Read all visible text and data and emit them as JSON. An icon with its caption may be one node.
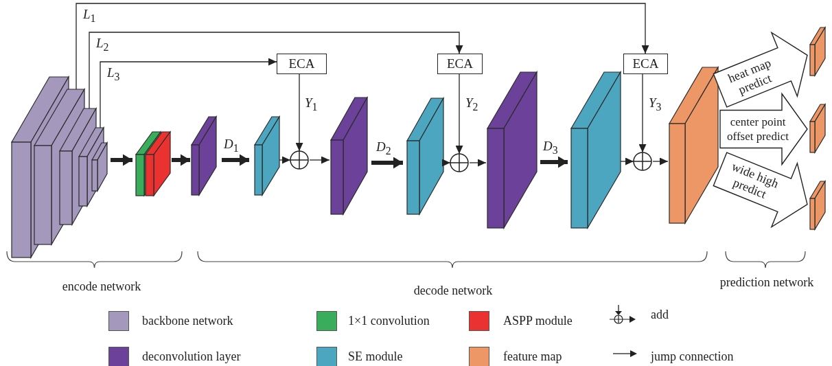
{
  "diagram": {
    "nodes": [
      {
        "text": [],
        "shape": "box"
      },
      {
        "text": [],
        "shape": "box"
      },
      {
        "text": [],
        "shape": "box"
      },
      {
        "text": [],
        "shape": "box"
      },
      {
        "text": [],
        "shape": "box"
      },
      {
        "text": [],
        "shape": "box"
      },
      {
        "text": [],
        "shape": "box"
      },
      {
        "text": [],
        "shape": "box"
      },
      {
        "text": [],
        "shape": "box"
      },
      {
        "text": [
          "ECA"
        ]
      },
      {
        "text": [],
        "shape": "circle"
      },
      {
        "text": [],
        "shape": "box"
      },
      {
        "text": [],
        "shape": "box"
      },
      {
        "text": [
          "ECA"
        ]
      },
      {
        "text": [],
        "shape": "circle"
      },
      {
        "text": [],
        "shape": "box"
      },
      {
        "text": [],
        "shape": "box"
      },
      {
        "text": [
          "ECA"
        ]
      },
      {
        "text": [],
        "shape": "circle"
      },
      {
        "text": [],
        "shape": "box"
      },
      {
        "text": [],
        "shape": "box"
      },
      {
        "text": [],
        "shape": "box"
      },
      {
        "text": [],
        "shape": "box"
      }
    ],
    "edges": [
      {
        "from": 4,
        "to": 5,
        "arrow": "to",
        "style": "thick"
      },
      {
        "from": 6,
        "to": 7,
        "arrow": "to",
        "style": "thick"
      },
      {
        "from": 7,
        "to": 8,
        "arrow": "to",
        "style": "thick",
        "label": "*D*$_{1}$"
      },
      {
        "from": 8,
        "to": 10,
        "arrow": "to"
      },
      {
        "from": 10,
        "to": 11,
        "arrow": "to"
      },
      {
        "from": 11,
        "to": 12,
        "arrow": "to",
        "style": "thick",
        "label": "*D*$_{2}$"
      },
      {
        "from": 12,
        "to": 14,
        "arrow": "to"
      },
      {
        "from": 14,
        "to": 15,
        "arrow": "to"
      },
      {
        "from": 15,
        "to": 16,
        "arrow": "to",
        "style": "thick",
        "label": "*D*$_{3}$"
      },
      {
        "from": 16,
        "to": 18,
        "arrow": "to"
      },
      {
        "from": 18,
        "to": 19,
        "arrow": "to"
      },
      {
        "from": 3,
        "to": 9,
        "arrow": "to",
        "label": "*L*$_{3}$"
      },
      {
        "from": 2,
        "to": 13,
        "arrow": "to",
        "label": "*L*$_{2}$"
      },
      {
        "from": 1,
        "to": 17,
        "arrow": "to",
        "label": "*L*$_{1}$"
      },
      {
        "from": 9,
        "to": 10,
        "arrow": "to",
        "label": "*Y*$_{1}$"
      },
      {
        "from": 13,
        "to": 14,
        "arrow": "to",
        "label": "*Y*$_{2}$"
      },
      {
        "from": 17,
        "to": 18,
        "arrow": "to",
        "label": "*Y*$_{3}$"
      },
      {
        "from": 19,
        "to": 20,
        "arrow": "to",
        "style": "thick",
        "label": "heat map predict"
      },
      {
        "from": 19,
        "to": 21,
        "arrow": "to",
        "style": "thick",
        "label": "center point offset predict"
      },
      {
        "from": 19,
        "to": 22,
        "arrow": "to",
        "style": "thick",
        "label": "wide high predict"
      }
    ],
    "labels": [
      "encode network",
      "decode network",
      "prediction network"
    ],
    "legend": [
      {
        "text": "backbone network",
        "color": "#a498bd"
      },
      {
        "text": "1×1 convolution",
        "color": "#3aad5c"
      },
      {
        "text": "ASPP module",
        "color": "#ea3331"
      },
      {
        "text": "add"
      },
      {
        "text": "deconvolution layer",
        "color": "#6c419a"
      },
      {
        "text": "SE module",
        "color": "#4da6bf"
      },
      {
        "text": "feature map",
        "color": "#ec9765"
      },
      {
        "text": "jump connection"
      }
    ]
  }
}
